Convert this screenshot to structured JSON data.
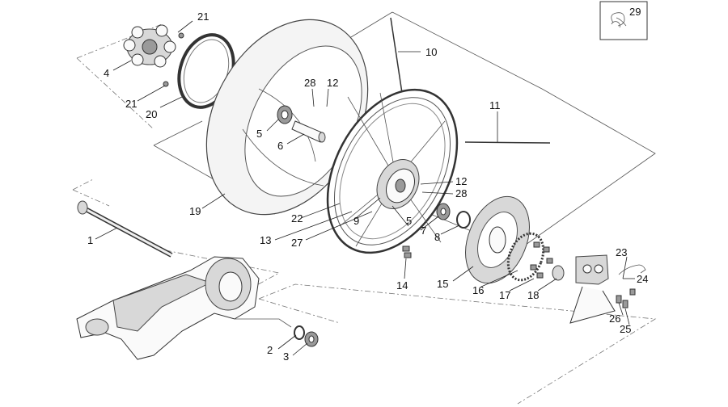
{
  "diagram": {
    "callouts": [
      {
        "id": "c29",
        "label": "29"
      },
      {
        "id": "c21a",
        "label": "21"
      },
      {
        "id": "c4",
        "label": "4"
      },
      {
        "id": "c21b",
        "label": "21"
      },
      {
        "id": "c20",
        "label": "20"
      },
      {
        "id": "c10",
        "label": "10"
      },
      {
        "id": "c28a",
        "label": "28"
      },
      {
        "id": "c12a",
        "label": "12"
      },
      {
        "id": "c5a",
        "label": "5"
      },
      {
        "id": "c6",
        "label": "6"
      },
      {
        "id": "c11",
        "label": "11"
      },
      {
        "id": "c12b",
        "label": "12"
      },
      {
        "id": "c28b",
        "label": "28"
      },
      {
        "id": "c19",
        "label": "19"
      },
      {
        "id": "c22",
        "label": "22"
      },
      {
        "id": "c9",
        "label": "9"
      },
      {
        "id": "c5b",
        "label": "5"
      },
      {
        "id": "c7",
        "label": "7"
      },
      {
        "id": "c8",
        "label": "8"
      },
      {
        "id": "c13",
        "label": "13"
      },
      {
        "id": "c27",
        "label": "27"
      },
      {
        "id": "c1",
        "label": "1"
      },
      {
        "id": "c14",
        "label": "14"
      },
      {
        "id": "c15",
        "label": "15"
      },
      {
        "id": "c16",
        "label": "16"
      },
      {
        "id": "c17",
        "label": "17"
      },
      {
        "id": "c18",
        "label": "18"
      },
      {
        "id": "c23",
        "label": "23"
      },
      {
        "id": "c24",
        "label": "24"
      },
      {
        "id": "c26",
        "label": "26"
      },
      {
        "id": "c25",
        "label": "25"
      },
      {
        "id": "c2",
        "label": "2"
      },
      {
        "id": "c3",
        "label": "3"
      }
    ]
  }
}
